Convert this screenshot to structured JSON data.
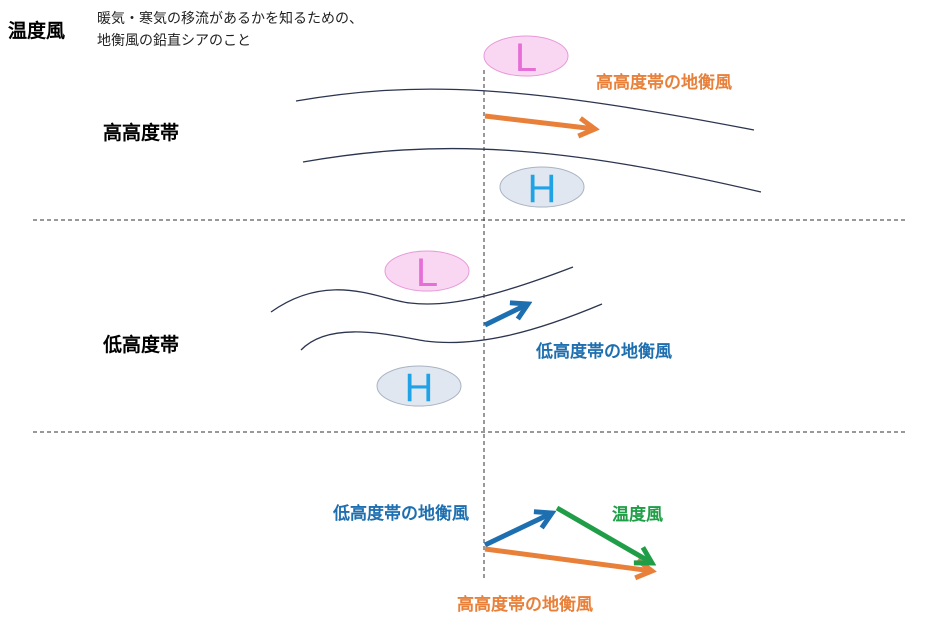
{
  "title": "温度風",
  "description": [
    "暖気・寒気の移流があるかを知るための、",
    "地衡風の鉛直シアのこと"
  ],
  "upper_band": {
    "label": "高高度帯",
    "low": "L",
    "high": "H",
    "wind_label": "高高度帯の地衡風"
  },
  "lower_band": {
    "label": "低高度帯",
    "low": "L",
    "high": "H",
    "wind_label": "低高度帯の地衡風"
  },
  "vector_diagram": {
    "low_wind_label": "低高度帯の地衡風",
    "thermal_wind_label": "温度風",
    "high_wind_label": "高高度帯の地衡風"
  },
  "colors": {
    "upper_wind": "#E8803A",
    "lower_wind": "#1E6FB0",
    "thermal_wind": "#1F9E47",
    "low_fill": "#F9D7F2",
    "low_stroke": "#E79AD9",
    "low_text": "#E56FD6",
    "high_fill": "#E1E7F0",
    "high_stroke": "#A9B3C2",
    "high_text": "#1FA3E6"
  }
}
